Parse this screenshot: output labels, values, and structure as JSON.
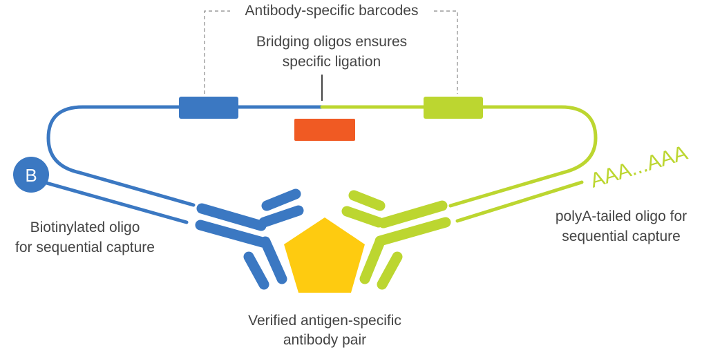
{
  "labels": {
    "barcodes": "Antibody-specific barcodes",
    "bridging_line1": "Bridging oligos ensures",
    "bridging_line2": "specific ligation",
    "biotin_line1": "Biotinylated oligo",
    "biotin_line2": "for sequential capture",
    "polya_label_line1": "polyA-tailed oligo for",
    "polya_label_line2": "sequential capture",
    "antigen_line1": "Verified antigen-specific",
    "antigen_line2": "antibody pair",
    "biotin_badge": "B",
    "polya_tail": "AAA...AAA"
  },
  "colors": {
    "blue": "#3b78c2",
    "green": "#bcd630",
    "orange": "#f05a23",
    "antigen": "#fecb10",
    "dashed": "#888888",
    "text": "#444444"
  }
}
